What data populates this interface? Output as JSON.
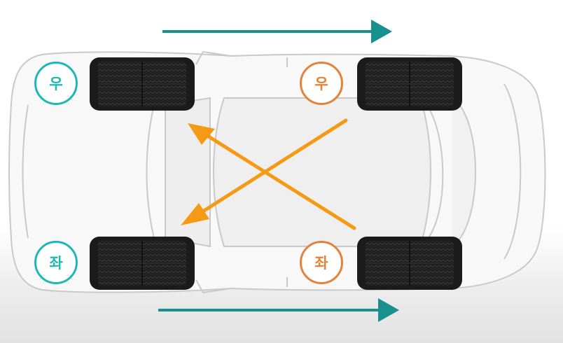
{
  "badges": {
    "rear_right": "우",
    "front_right": "우",
    "rear_left": "좌",
    "front_left": "좌"
  },
  "colors": {
    "teal": "#1fb6b6",
    "orange": "#e3833a",
    "cross_arrow": "#f59a14",
    "straight_arrow": "#17908e",
    "tire": "#1b1b1b",
    "car_outline": "#c8c8c8"
  },
  "icons": [
    "car-body",
    "tire-icon",
    "straight-arrow",
    "cross-arrow"
  ]
}
